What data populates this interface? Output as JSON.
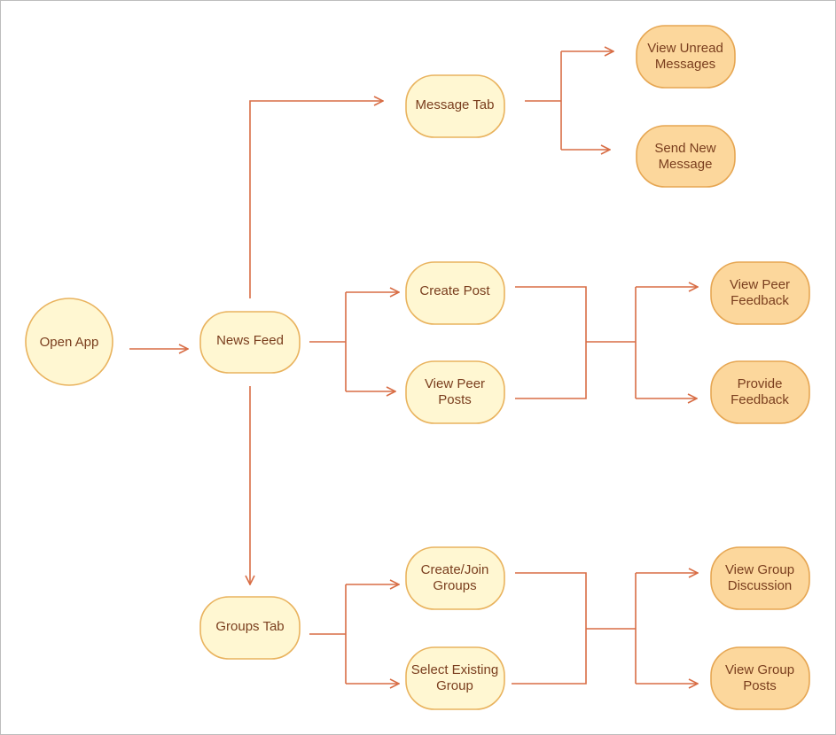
{
  "diagram": {
    "nodes": {
      "open_app": [
        "Open App"
      ],
      "news_feed": [
        "News Feed"
      ],
      "message_tab": [
        "Message Tab"
      ],
      "view_unread": [
        "View Unread",
        "Messages"
      ],
      "send_new": [
        "Send New",
        "Message"
      ],
      "create_post": [
        "Create Post"
      ],
      "view_peer_posts": [
        "View Peer",
        "Posts"
      ],
      "view_peer_feedback": [
        "View Peer",
        "Feedback"
      ],
      "provide_feedback": [
        "Provide",
        "Feedback"
      ],
      "groups_tab": [
        "Groups Tab"
      ],
      "create_join": [
        "Create/Join",
        "Groups"
      ],
      "select_existing": [
        "Select Existing",
        "Group"
      ],
      "view_group_discussion": [
        "View Group",
        "Discussion"
      ],
      "view_group_posts": [
        "View Group",
        "Posts"
      ]
    },
    "colors": {
      "primary_fill": "#fff7d2",
      "secondary_fill": "#fcd79c",
      "edge": "#d86d45",
      "text": "#7a3e1e"
    }
  }
}
